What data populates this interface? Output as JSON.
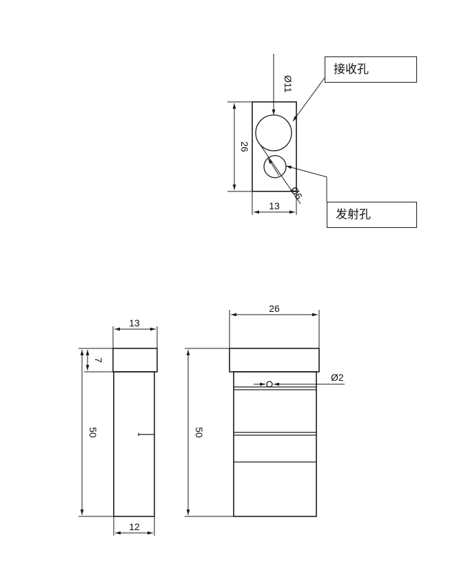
{
  "labels": {
    "receive_hole": "接收孔",
    "emit_hole": "发射孔"
  },
  "top_view": {
    "dia_large": "Ø11",
    "dia_small": "Ø6",
    "height": "26",
    "width": "13"
  },
  "side_view": {
    "top_width": "13",
    "cap_height": "7",
    "height": "50",
    "bottom_width": "12"
  },
  "front_view": {
    "width": "26",
    "height": "50",
    "pin_dia": "Ø2"
  }
}
